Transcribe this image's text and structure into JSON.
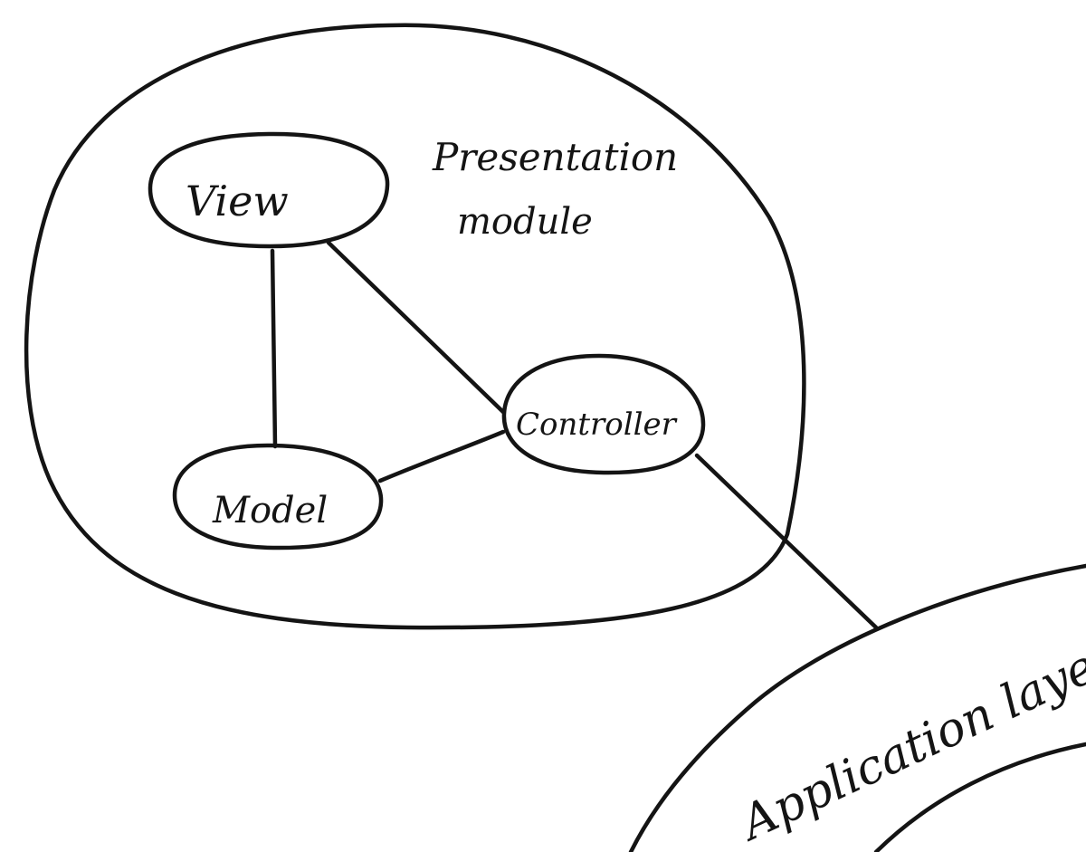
{
  "diagram": {
    "modules": {
      "presentation": {
        "title_line1": "Presentation",
        "title_line2": "module"
      },
      "application": {
        "title": "Application layer"
      }
    },
    "nodes": {
      "view": {
        "label": "View"
      },
      "model": {
        "label": "Model"
      },
      "controller": {
        "label": "Controller"
      }
    },
    "connections": [
      {
        "from": "View",
        "to": "Model"
      },
      {
        "from": "View",
        "to": "Controller"
      },
      {
        "from": "Model",
        "to": "Controller"
      },
      {
        "from": "Controller",
        "to": "Application layer"
      }
    ]
  }
}
